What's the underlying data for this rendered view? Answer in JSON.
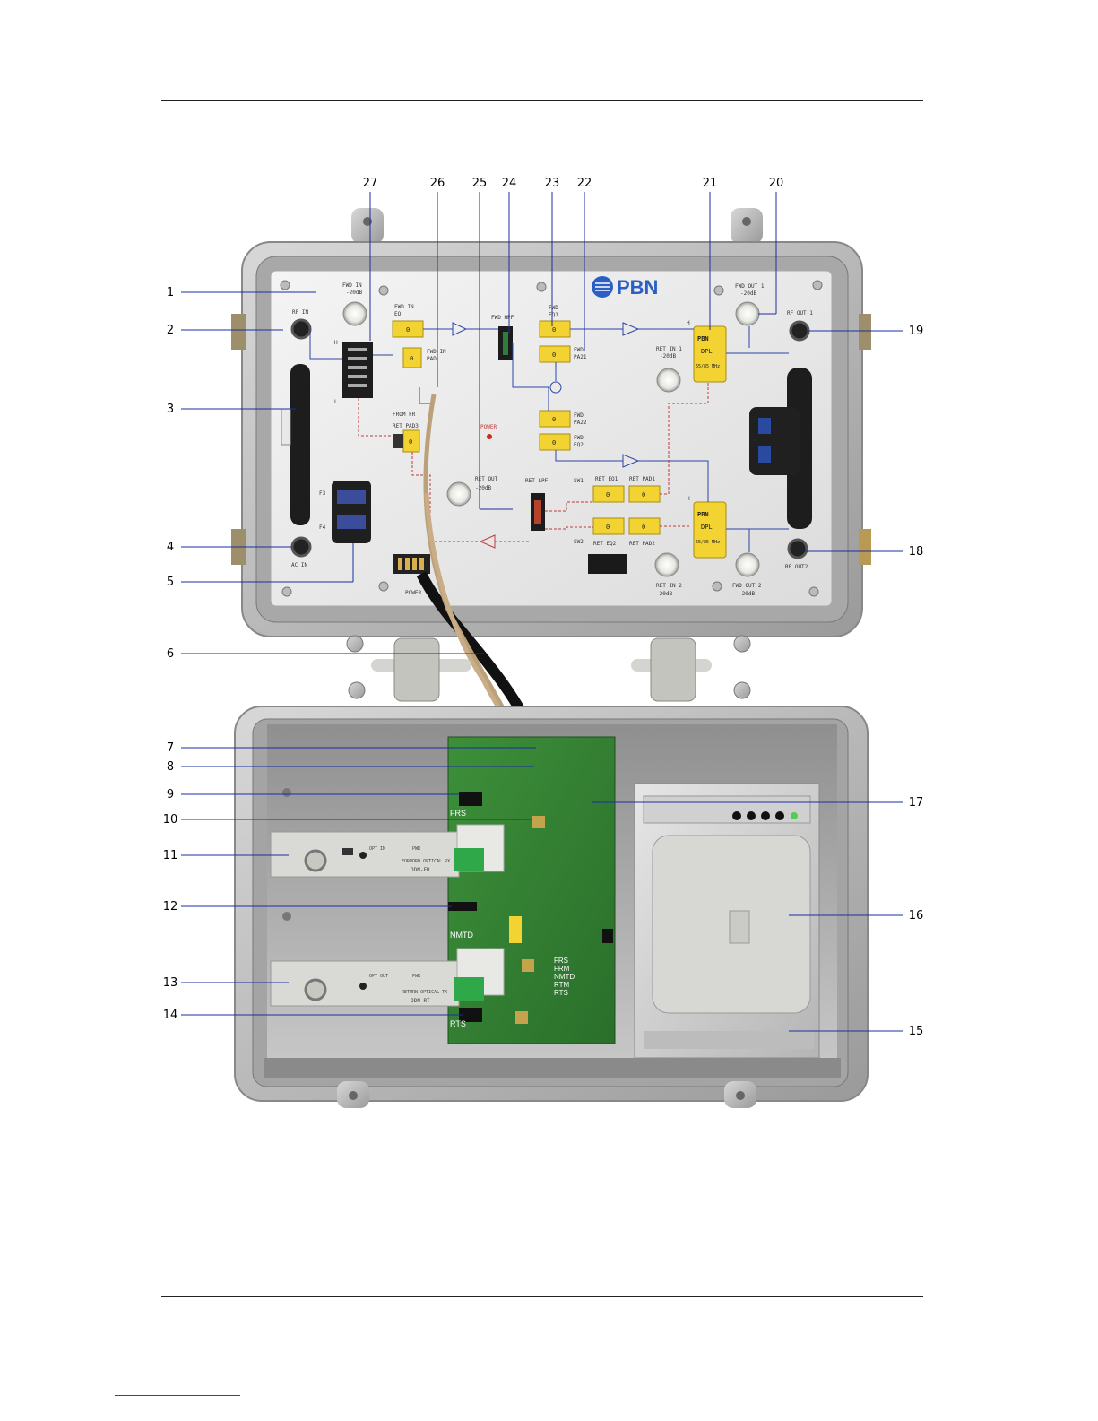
{
  "callouts_left": [
    "1",
    "2",
    "3",
    "4",
    "5",
    "6",
    "7",
    "8",
    "9",
    "10",
    "11",
    "12",
    "13",
    "14"
  ],
  "callouts_top": [
    "27",
    "26",
    "25",
    "24",
    "23",
    "22",
    "21",
    "20"
  ],
  "callouts_right": [
    "19",
    "18",
    "17",
    "16",
    "15"
  ],
  "logo": "PBN",
  "panel_labels": {
    "fwd_in_top": "FWD IN",
    "fwd_in_top_db": "-20dB",
    "rf_in": "RF IN",
    "fwd_in_eq": "FWD IN",
    "fwd_in_eq2": "EQ",
    "fwd_in_pad": "FWD IN",
    "fwd_in_pad2": "PAD",
    "fwd_hpf": "FWD HPF",
    "fwd_eq1": "FWD",
    "fwd_eq1b": "EQ1",
    "fwd_pa1": "FWD",
    "fwd_pa1b": "PA21",
    "fwd_pa2": "FWD",
    "fwd_pa2b": "PA22",
    "fwd_eq2": "FWD",
    "fwd_eq2b": "EQ2",
    "ret_in1": "RET IN 1",
    "ret_in1_db": "-20dB",
    "fwd_out1": "FWD OUT 1",
    "fwd_out1_db": "-20dB",
    "rf_out1": "RF OUT 1",
    "from_fr": "FROM FR",
    "ret_pad3": "RET PAD3",
    "power": "POWER",
    "ret_out": "RET OUT",
    "ret_out_db": "-20dB",
    "ret_lpf": "RET LPF",
    "sw1": "SW1",
    "ret_eq1": "RET EQ1",
    "ret_pad1": "RET PAD1",
    "sw2": "SW2",
    "ret_eq2": "RET EQ2",
    "ret_pad2": "RET PAD2",
    "f3": "F3",
    "f4": "F4",
    "ac_in": "AC IN",
    "power_bottom": "POWER",
    "ret_in2": "RET IN 2",
    "ret_in2_db": "-20dB",
    "fwd_out2": "FWD OUT 2",
    "fwd_out2_db": "-20dB",
    "rf_out2": "RF OUT2",
    "dpl": "DPL",
    "dpl_freq": "65/85 MHz",
    "dpl_brand": "PBN",
    "pad_value": "0",
    "h": "H",
    "l": "L"
  },
  "board_labels": {
    "frs": "FRS",
    "nmtd": "NMTD",
    "rts": "RTS",
    "list": [
      "FRS",
      "FRM",
      "NMTD",
      "RTM",
      "RTS"
    ]
  },
  "module_labels": {
    "odn_fr": "ODN-FR",
    "odn_fr_sub": "FORWORD OPTICAL RX",
    "odn_rt": "ODN-RT",
    "odn_rt_sub": "RETURN OPTICAL TX",
    "opt_in": "OPT IN",
    "opt_out": "OPT OUT",
    "pwr": "PWR"
  }
}
